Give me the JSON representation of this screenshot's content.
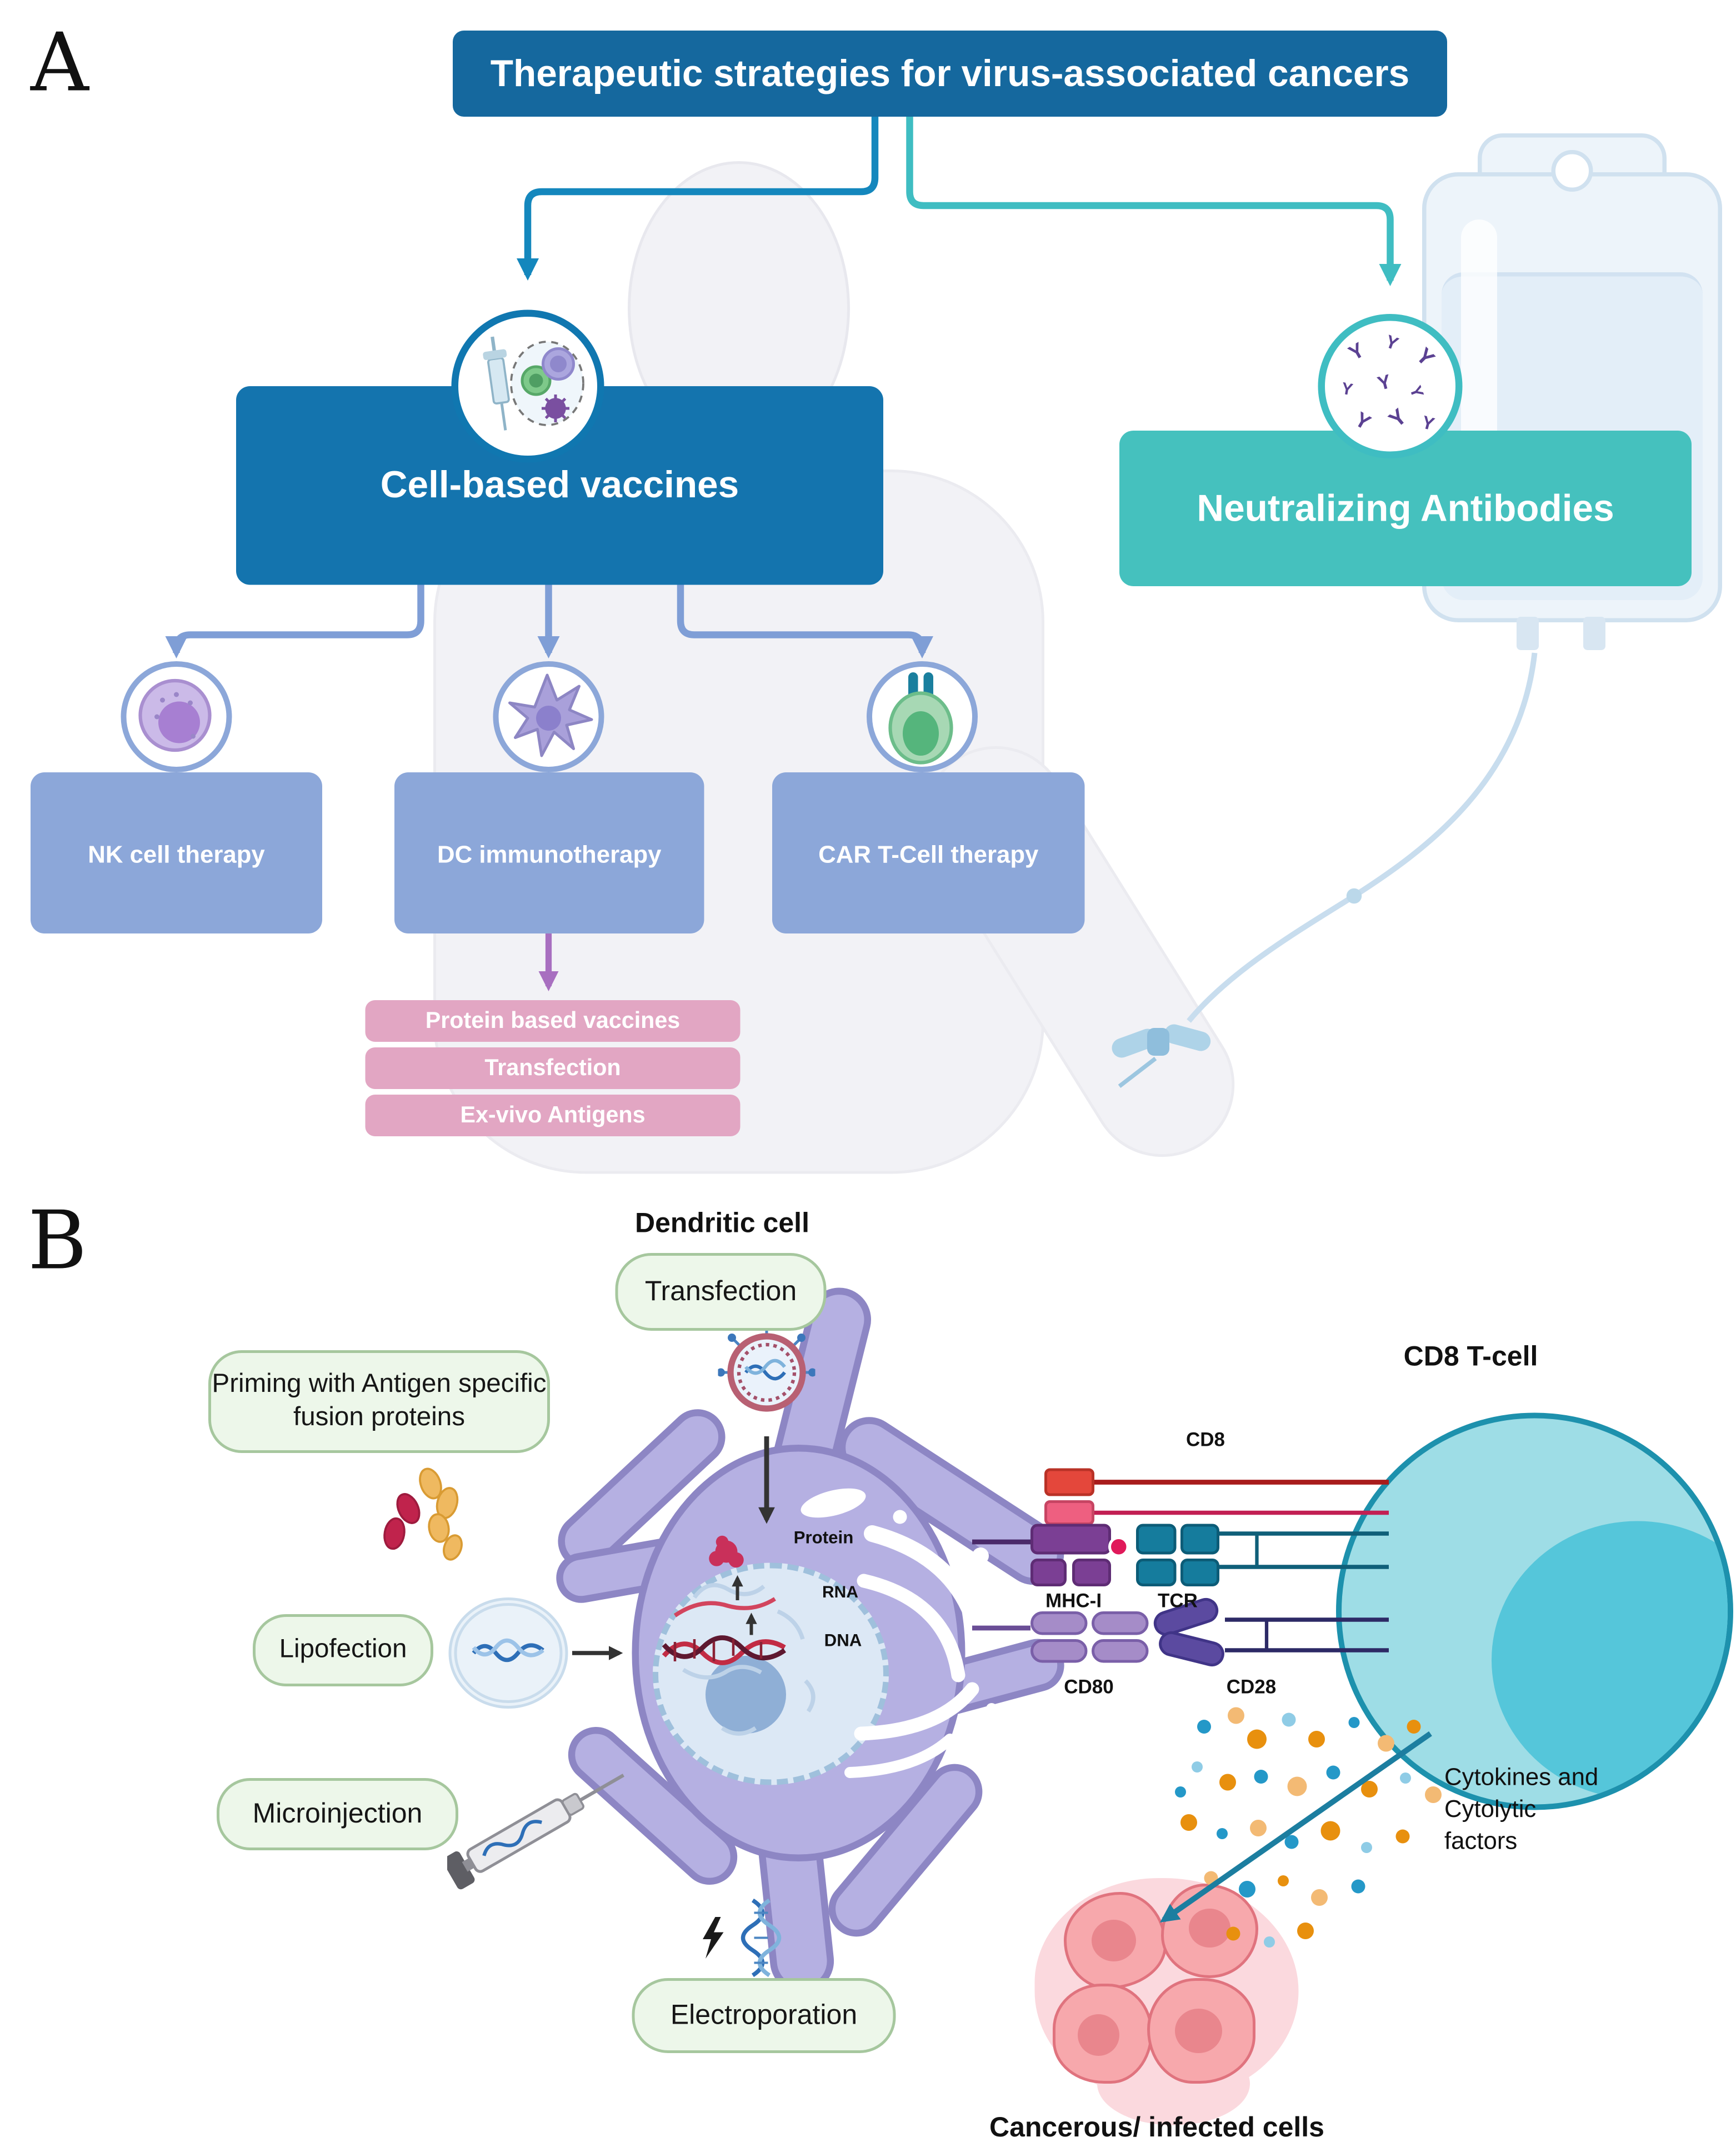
{
  "figure": {
    "panel_a": {
      "label": "A",
      "title": "Therapeutic strategies for virus-associated cancers",
      "cell_based_label": "Cell-based vaccines",
      "neutralizing_label": "Neutralizing Antibodies",
      "therapies": [
        {
          "label": "NK cell therapy"
        },
        {
          "label": "DC immunotherapy"
        },
        {
          "label": "CAR T-Cell therapy"
        }
      ],
      "dc_methods": [
        "Protein based vaccines",
        "Transfection",
        "Ex-vivo Antigens"
      ]
    },
    "panel_b": {
      "label": "B",
      "dendritic_cell_label": "Dendritic cell",
      "transfection_label": "Transfection",
      "priming_label": "Priming with Antigen specific fusion proteins",
      "lipofection_label": "Lipofection",
      "microinjection_label": "Microinjection",
      "electroporation_label": "Electroporation",
      "protein_label": "Protein",
      "rna_label": "RNA",
      "dna_label": "DNA",
      "cd8_label": "CD8",
      "mhc1_label": "MHC-I",
      "tcr_label": "TCR",
      "cd80_label": "CD80",
      "cd28_label": "CD28",
      "cd8_tcell_label": "CD8 T-cell",
      "cytokines_label": "Cytokines and Cytolytic factors",
      "cancer_cells_label": "Cancerous/ infected cells"
    },
    "icons": {
      "antibody_glyph": "Y"
    },
    "colors": {
      "title_bg": "#15689E",
      "primary_blue": "#1474AE",
      "arrow_blue": "#1487BD",
      "teal": "#45C1BE",
      "arrow_teal": "#3FBDC2",
      "periwinkle": "#8CA7D9",
      "arrow_periwinkle": "#7F9ED6",
      "pink": "#E2A6C3",
      "arrow_violet": "#A86FC0",
      "green_bg": "#EDF7EA",
      "green_border": "#A6C79E",
      "cell_purple": "#B5B0E2",
      "cell_purple_border": "#8D86C4",
      "nucleus_fill": "#DCE8F5",
      "nucleus_border": "#9FC0DC",
      "nucleolus": "#8FAFD6",
      "tcell_fill": "#9EDDE6",
      "tcell_border": "#1D91AD",
      "tcell_nucleus": "#55C6DA",
      "cancer_halo": "#FBD9DE",
      "cancer_fill": "#F7A8AC",
      "cancer_border": "#E0737E",
      "cancer_nucleus": "#E9868D",
      "orange_dot": "#E8900E",
      "blue_dot": "#2498C8",
      "red_receptor": "#E4473B",
      "pink_receptor": "#EE5F80",
      "mhc_purple": "#7B3F94",
      "tcr_teal": "#157C9D",
      "cd80_purple": "#A58CC8",
      "cd28_purple": "#5B4AA0",
      "antibody_purple": "#5B4192",
      "silhouette": "#F2F2F6",
      "iv_bag": "#EDF4FA",
      "iv_border": "#D0E1EF"
    }
  }
}
